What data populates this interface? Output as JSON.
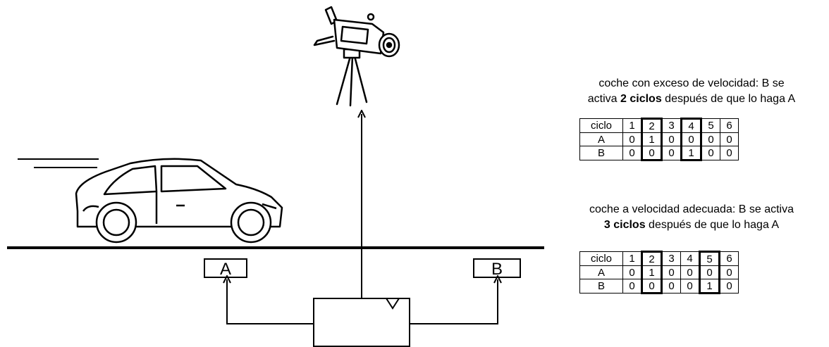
{
  "diagram": {
    "sensor_a_label": "A",
    "sensor_b_label": "B"
  },
  "fast_case": {
    "caption_line1": "coche con exceso de velocidad: B se",
    "caption_line2_pre": "activa ",
    "caption_line2_bold": "2 ciclos",
    "caption_line2_post": " después de que lo haga A",
    "header": [
      "ciclo",
      "1",
      "2",
      "3",
      "4",
      "5",
      "6"
    ],
    "row_a": [
      "A",
      "0",
      "1",
      "0",
      "0",
      "0",
      "0"
    ],
    "row_b": [
      "B",
      "0",
      "0",
      "0",
      "1",
      "0",
      "0"
    ],
    "highlight_cycles": [
      2,
      4
    ]
  },
  "ok_case": {
    "caption_line1": "coche a velocidad adecuada: B se activa",
    "caption_line2_bold": "3 ciclos",
    "caption_line2_post": " después de que lo haga A",
    "header": [
      "ciclo",
      "1",
      "2",
      "3",
      "4",
      "5",
      "6"
    ],
    "row_a": [
      "A",
      "0",
      "1",
      "0",
      "0",
      "0",
      "0"
    ],
    "row_b": [
      "B",
      "0",
      "0",
      "0",
      "0",
      "1",
      "0"
    ],
    "highlight_cycles": [
      2,
      5
    ]
  }
}
